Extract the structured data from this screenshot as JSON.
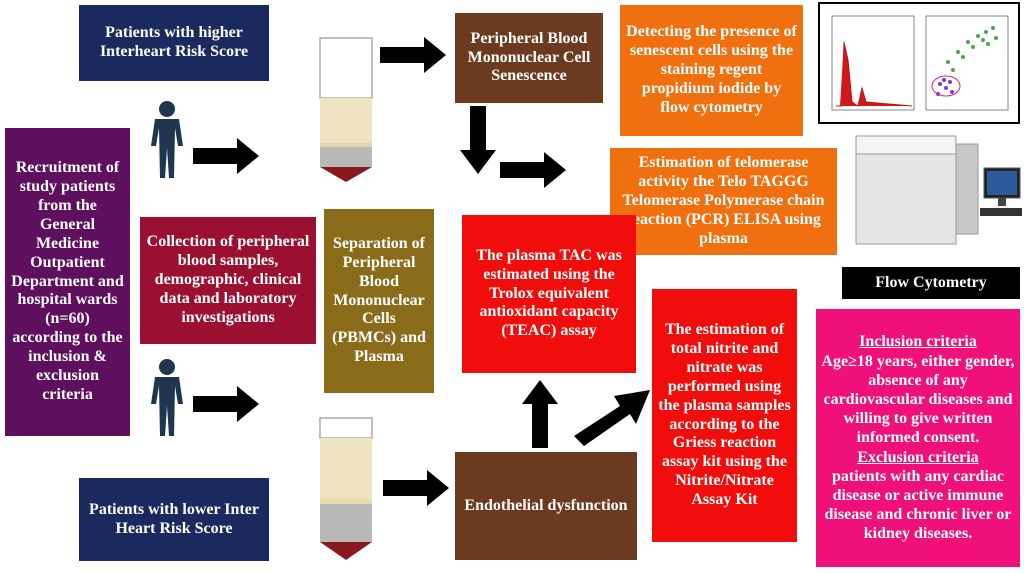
{
  "boxes": {
    "higher_risk": "Patients with higher Interheart Risk Score",
    "lower_risk": "Patients with lower Inter Heart Risk Score",
    "recruitment": "Recruitment of study patients from the General Medicine Outpatient Department and hospital wards (n=60) according to the inclusion & exclusion criteria",
    "collection": "Collection of peripheral blood samples, demographic, clinical data and laboratory investigations",
    "separation": "Separation of Peripheral Blood Mononuclear Cells (PBMCs) and Plasma",
    "pbmc_senescence": "Peripheral Blood Mononuclear Cell Senescence",
    "detecting": "Detecting the presence of senescent cells using the staining regent propidium iodide by flow cytometry",
    "telomerase": "Estimation of telomerase activity the Telo TAGGG Telomerase Polymerase chain reaction (PCR) ELISA using plasma",
    "tac": "The plasma TAC was estimated using the Trolox equivalent antioxidant capacity (TEAC) assay",
    "nitrite": "The estimation of total nitrite and nitrate was performed using the plasma samples according to the Griess reaction assay kit using the Nitrite/Nitrate Assay Kit",
    "endothelial": "Endothelial dysfunction",
    "flow_cytometry": "Flow Cytometry"
  },
  "criteria": {
    "inclusion_title": "Inclusion criteria",
    "inclusion_text": "Age≥18 years, either gender, absence of any cardiovascular diseases and willing to give written informed consent.",
    "exclusion_title": "Exclusion criteria",
    "exclusion_text": "patients with any cardiac disease or active immune disease and chronic liver or kidney diseases."
  },
  "colors": {
    "navy": "#1a2a5e",
    "purple": "#5e0f5e",
    "maroon": "#9b1030",
    "brown": "#6b3a1f",
    "olive": "#8a6b1a",
    "orange": "#f07010",
    "red": "#f20d0d",
    "pink": "#f0107a"
  },
  "icons": [
    "human-figure-icon",
    "blood-tube-icon",
    "flow-histogram-plot-icon",
    "flow-cytometer-machine-icon"
  ]
}
